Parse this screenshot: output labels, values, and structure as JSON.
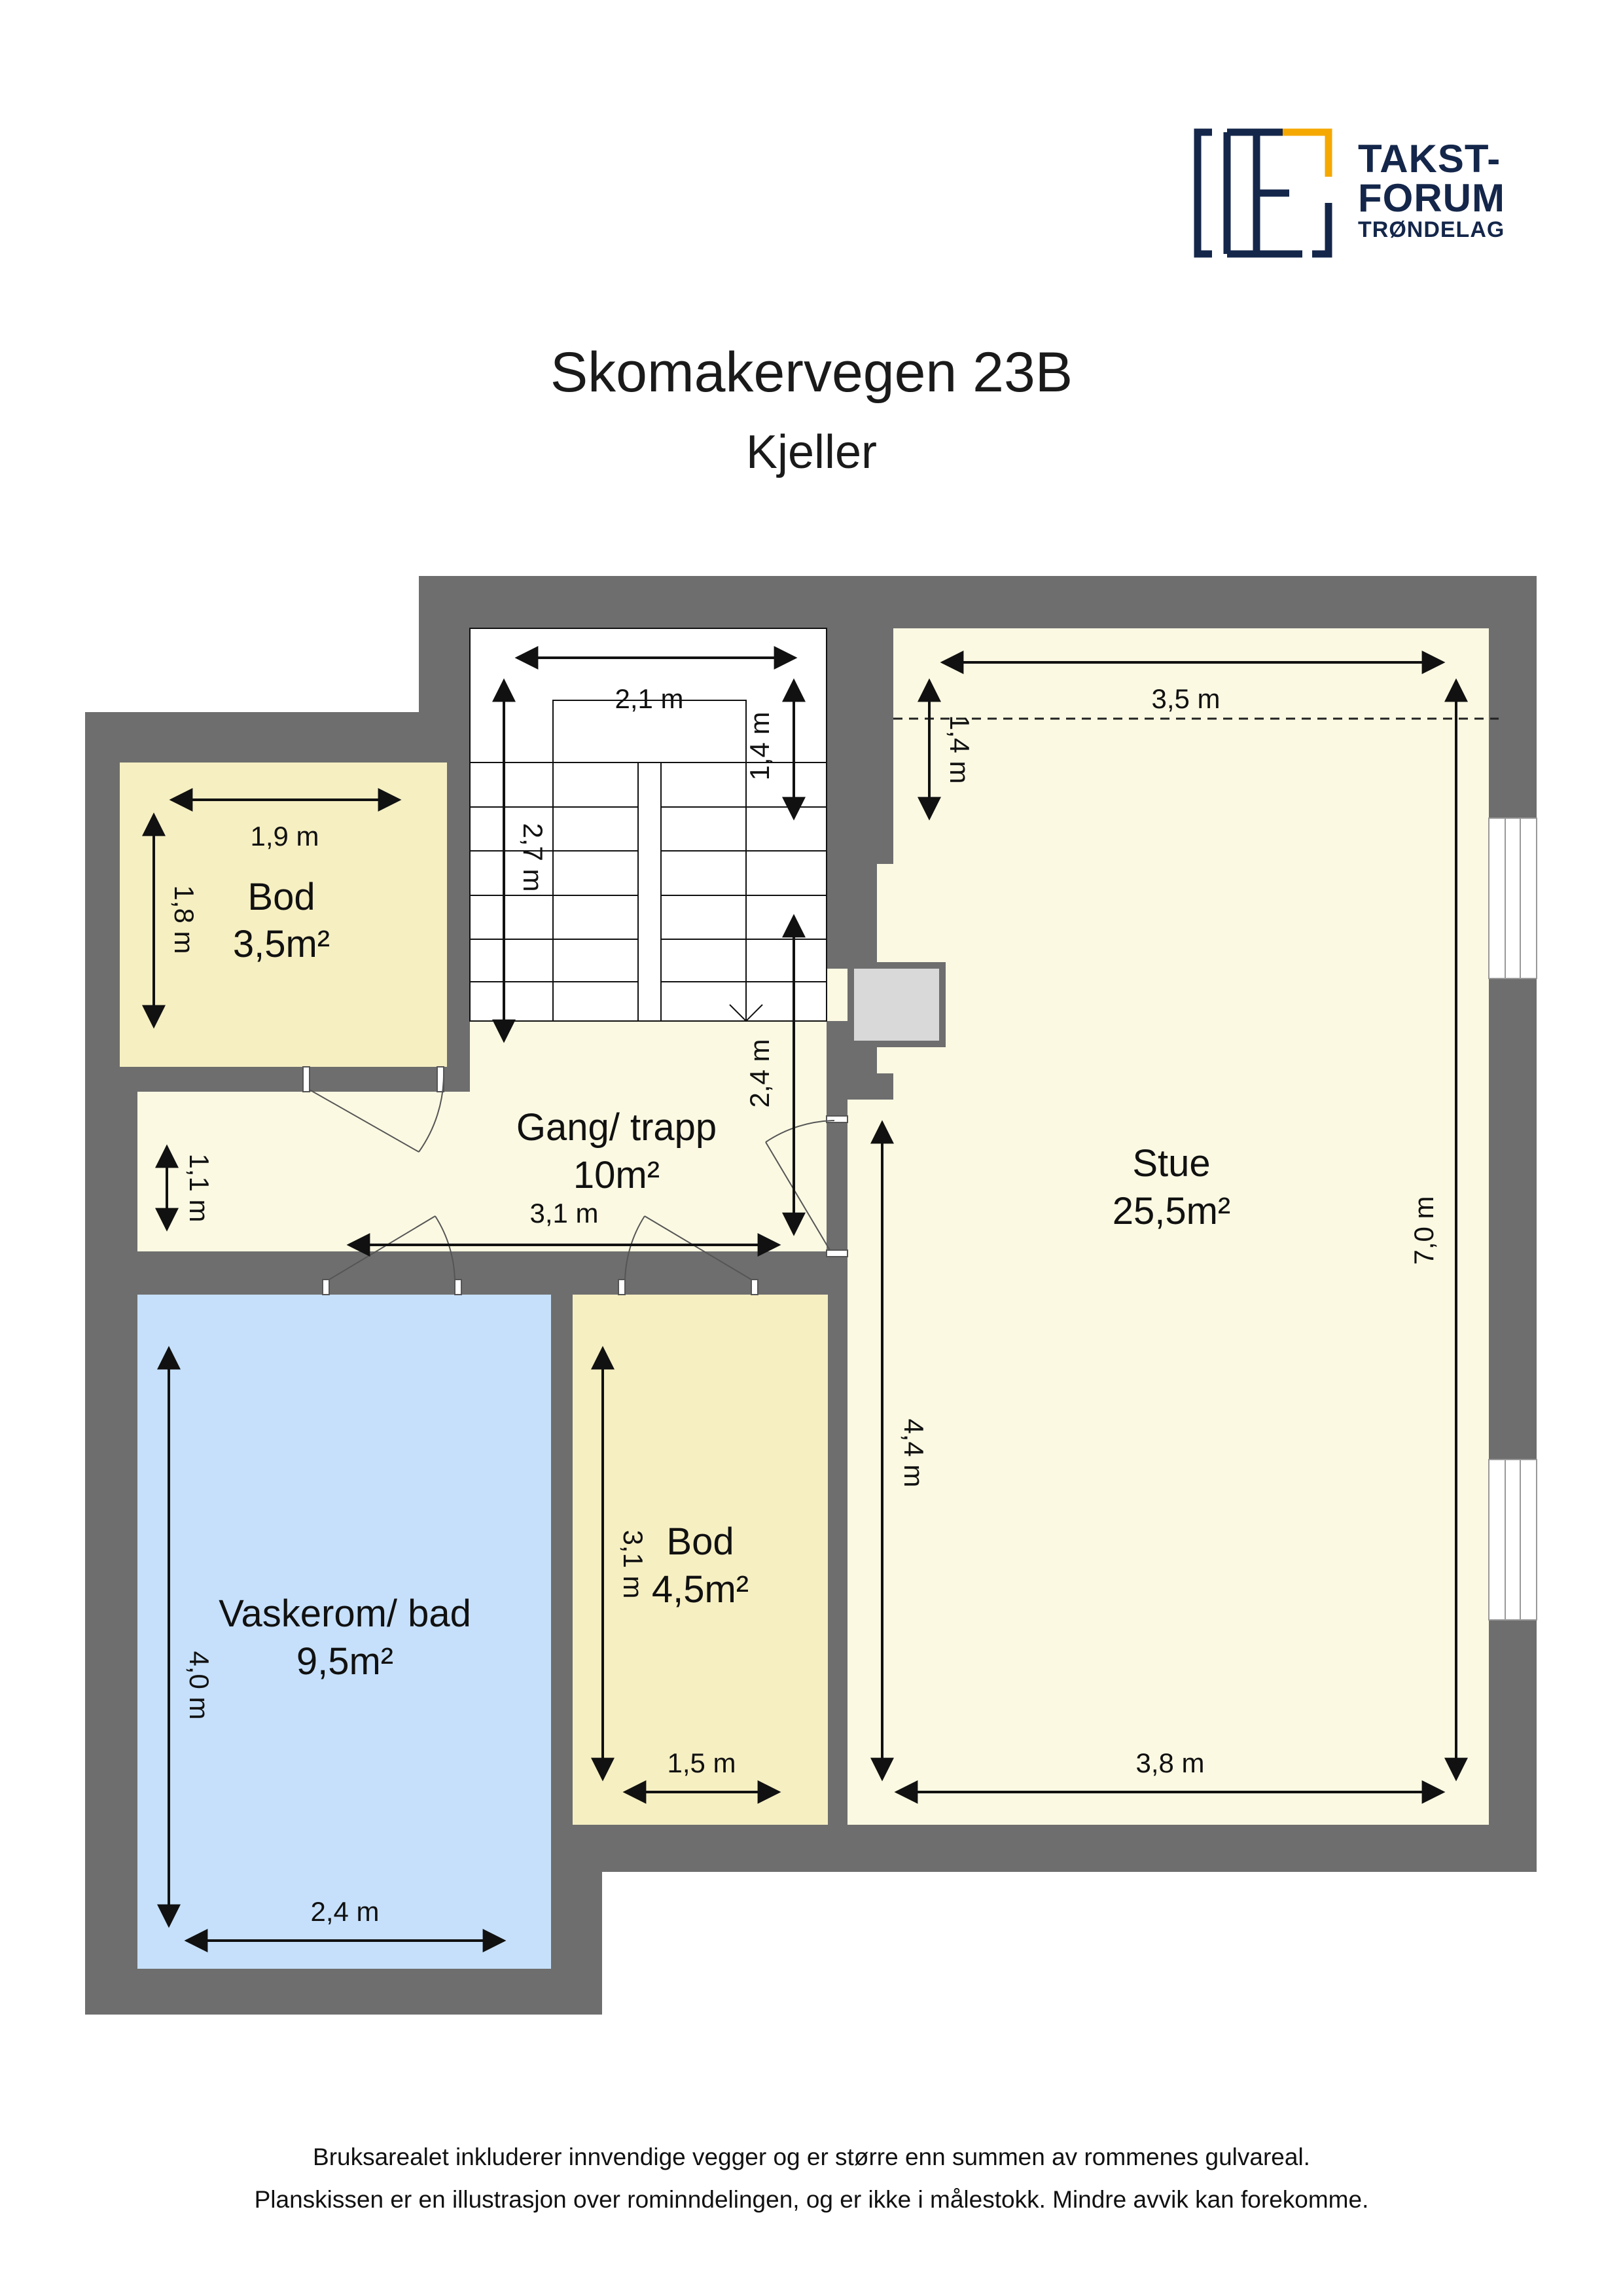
{
  "header": {
    "title": "Skomakervegen 23B",
    "subtitle": "Kjeller"
  },
  "logo": {
    "line1": "TAKST-",
    "line2": "FORUM",
    "line3": "TRØNDELAG",
    "colors": {
      "primary": "#14264a",
      "accent": "#f5a800"
    }
  },
  "rooms": {
    "bod_upper": {
      "name": "Bod",
      "area": "3,5m²"
    },
    "gang": {
      "name": "Gang/ trapp",
      "area": "10m²"
    },
    "stue": {
      "name": "Stue",
      "area": "25,5m²"
    },
    "vaskerom": {
      "name": "Vaskerom/ bad",
      "area": "9,5m²"
    },
    "bod_lower": {
      "name": "Bod",
      "area": "4,5m²"
    }
  },
  "dimensions": {
    "bod_upper_width": "1,9 m",
    "bod_upper_height": "1,8 m",
    "stair_width": "2,1 m",
    "stair_right": "1,4 m",
    "stair_length": "2,7 m",
    "stue_top_width": "3,5 m",
    "stue_niche": "1,4 m",
    "gang_lower_right": "2,4 m",
    "gang_left": "1,1 m",
    "gang_width": "3,1 m",
    "stue_height": "7,0 m",
    "stue_left": "4,4 m",
    "bod_lower_height": "3,1 m",
    "vaskerom_height": "4,0 m",
    "bod_lower_width": "1,5 m",
    "stue_bottom_width": "3,8 m",
    "vaskerom_width": "2,4 m"
  },
  "colors": {
    "wall": "#6e6e6e",
    "cream": "#fbf9e2",
    "bod_yellow": "#f6efc2",
    "vaskerom_blue": "#c6e0fb",
    "chimney": "#d9d9d9"
  },
  "footer": {
    "line1": "Bruksarealet inkluderer innvendige vegger og er større enn summen av rommenes gulvareal.",
    "line2": "Planskissen er en illustrasjon over rominndelingen, og er ikke i målestokk. Mindre avvik kan forekomme."
  }
}
